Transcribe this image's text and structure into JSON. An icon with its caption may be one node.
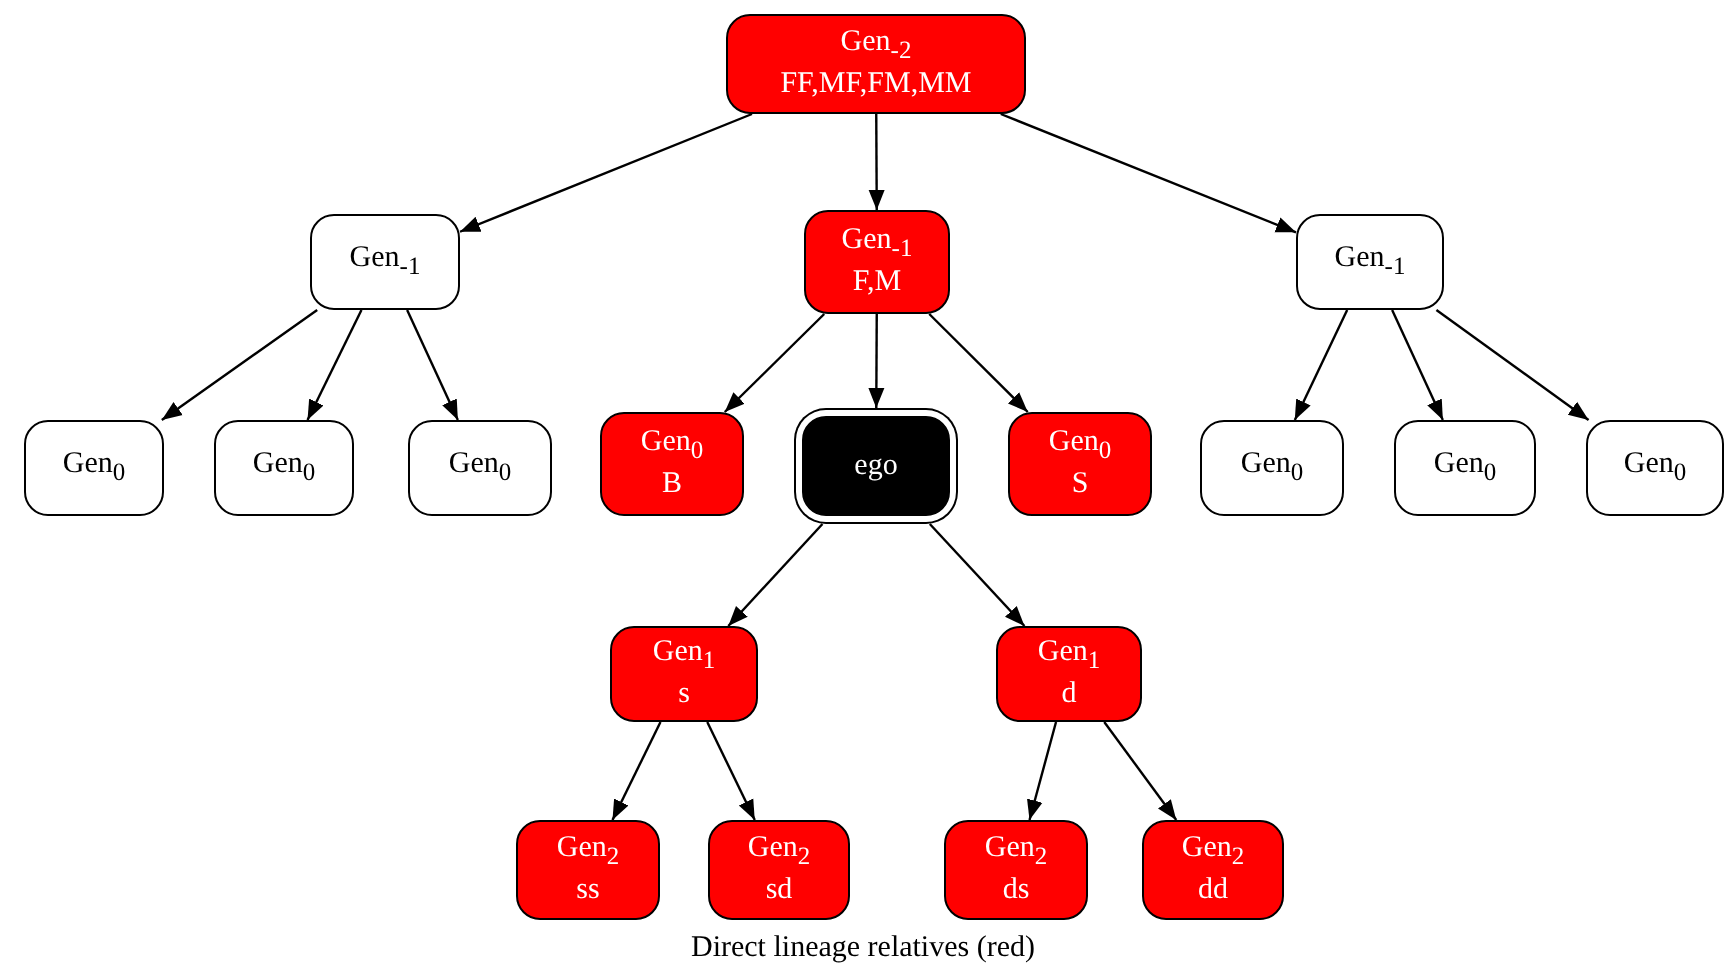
{
  "diagram": {
    "caption": "Direct lineage relatives (red)",
    "nodes": [
      {
        "text": [
          "Gen$_{-2}$ FF,MF,FM,MM"
        ]
      },
      {
        "text": [
          "Gen$_{-1}$"
        ]
      },
      {
        "text": [
          "Gen$_{-1}$ F,M"
        ]
      },
      {
        "text": [
          "Gen$_{-1}$"
        ]
      },
      {
        "text": [
          "Gen$_{0}$"
        ]
      },
      {
        "text": [
          "Gen$_{0}$"
        ]
      },
      {
        "text": [
          "Gen$_{0}$"
        ]
      },
      {
        "text": [
          "Gen$_{0}$ B"
        ]
      },
      {
        "text": [
          "ego"
        ]
      },
      {
        "text": [
          "Gen$_{0}$ S"
        ]
      },
      {
        "text": [
          "Gen$_{0}$"
        ]
      },
      {
        "text": [
          "Gen$_{0}$"
        ]
      },
      {
        "text": [
          "Gen$_{0}$"
        ]
      },
      {
        "text": [
          "Gen$_{1}$ s"
        ]
      },
      {
        "text": [
          "Gen$_{1}$ d"
        ]
      },
      {
        "text": [
          "Gen$_{2}$ ss"
        ]
      },
      {
        "text": [
          "Gen$_{2}$ sd"
        ]
      },
      {
        "text": [
          "Gen$_{2}$ ds"
        ]
      },
      {
        "text": [
          "Gen$_{2}$ dd"
        ]
      }
    ],
    "edges": [
      {
        "from": 0,
        "to": 1,
        "arrow": "to"
      },
      {
        "from": 0,
        "to": 2,
        "arrow": "to"
      },
      {
        "from": 0,
        "to": 3,
        "arrow": "to"
      },
      {
        "from": 1,
        "to": 4,
        "arrow": "to"
      },
      {
        "from": 1,
        "to": 5,
        "arrow": "to"
      },
      {
        "from": 1,
        "to": 6,
        "arrow": "to"
      },
      {
        "from": 2,
        "to": 7,
        "arrow": "to"
      },
      {
        "from": 2,
        "to": 8,
        "arrow": "to"
      },
      {
        "from": 2,
        "to": 9,
        "arrow": "to"
      },
      {
        "from": 3,
        "to": 10,
        "arrow": "to"
      },
      {
        "from": 3,
        "to": 11,
        "arrow": "to"
      },
      {
        "from": 3,
        "to": 12,
        "arrow": "to"
      },
      {
        "from": 8,
        "to": 13,
        "arrow": "to"
      },
      {
        "from": 8,
        "to": 14,
        "arrow": "to"
      },
      {
        "from": 13,
        "to": 15,
        "arrow": "to"
      },
      {
        "from": 13,
        "to": 16,
        "arrow": "to"
      },
      {
        "from": 14,
        "to": 17,
        "arrow": "to"
      },
      {
        "from": 14,
        "to": 18,
        "arrow": "to"
      }
    ]
  }
}
